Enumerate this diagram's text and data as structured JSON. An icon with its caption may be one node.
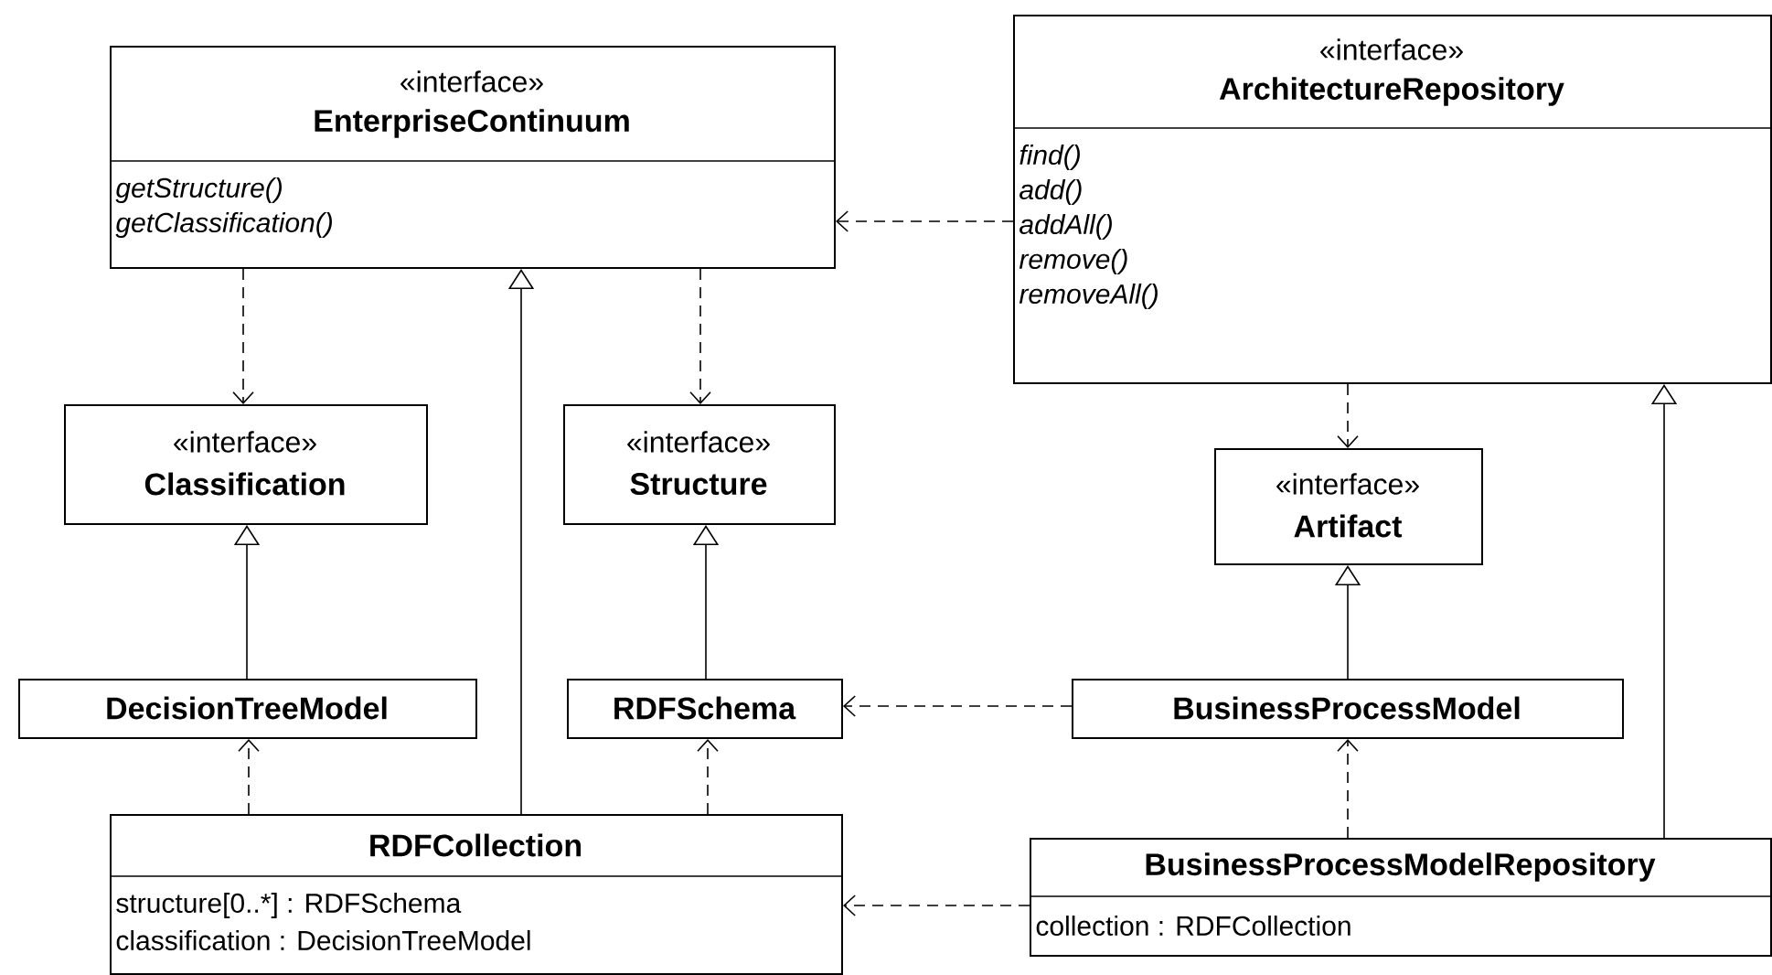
{
  "diagram": {
    "nodes": [
      {
        "text": [
          "«interface»",
          "EnterpriseContinuum",
          "getStructure()",
          "getClassification()"
        ]
      },
      {
        "text": [
          "«interface»",
          "ArchitectureRepository",
          "find()",
          "add()",
          "addAll()",
          "remove()",
          "removeAll()"
        ]
      },
      {
        "text": [
          "«interface»",
          "Classification"
        ]
      },
      {
        "text": [
          "«interface»",
          "Structure"
        ]
      },
      {
        "text": [
          "«interface»",
          "Artifact"
        ]
      },
      {
        "text": [
          "DecisionTreeModel"
        ]
      },
      {
        "text": [
          "RDFSchema"
        ]
      },
      {
        "text": [
          "BusinessProcessModel"
        ]
      },
      {
        "text": [
          "RDFCollection",
          "structure[0..*] : RDFSchema",
          "classification : DecisionTreeModel"
        ]
      },
      {
        "text": [
          "BusinessProcessModelRepository",
          "collection : RDFCollection"
        ]
      }
    ],
    "edges": [
      {
        "from": 0,
        "to": 2,
        "arrow": "to",
        "style": "dashed"
      },
      {
        "from": 0,
        "to": 3,
        "arrow": "to",
        "style": "dashed"
      },
      {
        "from": 1,
        "to": 0,
        "arrow": "to",
        "style": "dashed"
      },
      {
        "from": 1,
        "to": 4,
        "arrow": "to",
        "style": "dashed"
      },
      {
        "from": 5,
        "to": 2,
        "arrow": "to"
      },
      {
        "from": 6,
        "to": 3,
        "arrow": "to"
      },
      {
        "from": 8,
        "to": 0,
        "arrow": "to"
      },
      {
        "from": 8,
        "to": 5,
        "arrow": "to",
        "style": "dashed"
      },
      {
        "from": 8,
        "to": 6,
        "arrow": "to",
        "style": "dashed"
      },
      {
        "from": 7,
        "to": 6,
        "arrow": "to",
        "style": "dashed"
      },
      {
        "from": 7,
        "to": 4,
        "arrow": "to"
      },
      {
        "from": 9,
        "to": 7,
        "arrow": "to",
        "style": "dashed"
      },
      {
        "from": 9,
        "to": 8,
        "arrow": "to",
        "style": "dashed"
      },
      {
        "from": 9,
        "to": 1,
        "arrow": "to"
      }
    ]
  }
}
